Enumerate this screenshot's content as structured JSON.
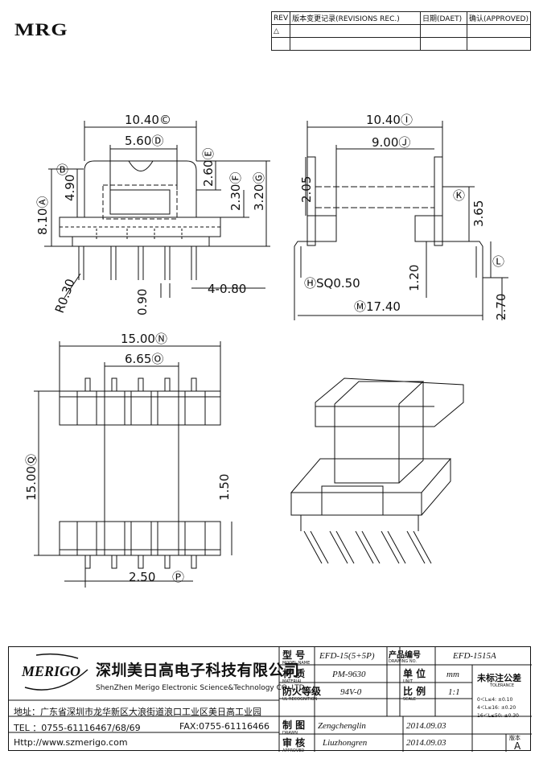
{
  "brand": {
    "logo_text": "MRG"
  },
  "revision_table": {
    "headers": [
      "REV",
      "版本变更记录(REVISIONS REC.)",
      "日期(DAET)",
      "确认(APPROVED)"
    ],
    "row1_mark": "△"
  },
  "dimensions": {
    "front": {
      "width_C": "10.40©",
      "width_D": "5.60Ⓓ",
      "h_B": "4.90",
      "h_A": "8.10Ⓐ",
      "label_B": "Ⓑ",
      "h_E": "2.60Ⓔ",
      "h_F": "2.30Ⓕ",
      "h_G": "3.20Ⓖ",
      "radius": "R0.30",
      "pin_w": "0.90",
      "pitch": "4-0.80"
    },
    "side": {
      "width_I": "10.40Ⓘ",
      "width_J": "9.00Ⓙ",
      "h_205": "2.05",
      "h_K": "3.65",
      "label_K": "Ⓚ",
      "h_L": "Ⓛ",
      "pin_H": "ⒽSQ0.50",
      "h_120": "1.20",
      "width_M": "Ⓜ17.40",
      "h_270": "2.70"
    },
    "top": {
      "width_N": "15.00Ⓝ",
      "width_O": "6.65Ⓞ",
      "h_Q": "15.00Ⓠ",
      "h_150": "1.50",
      "pitch_P": "2.50",
      "label_P": "Ⓟ"
    }
  },
  "title_block": {
    "company_cn": "深圳美日高电子科技有限公司",
    "company_en": "ShenZhen Merigo Electronic Science&Technology CO.,LTD",
    "brand_en": "MERIGO",
    "address": "地址：广东省深圳市龙华新区大浪街道浪口工业区美日高工业园",
    "tel": "TEL ：0755-61116467/68/69",
    "fax": "FAX:0755-61116466",
    "http": "Http://www.szmerigo.com",
    "model_label": "型 号",
    "model_sub": "MODEL NAME",
    "model": "EFD-15(5+5P)",
    "material_label": "材 质",
    "material_sub": "MATERIAL",
    "material": "PM-9630",
    "fire_label": "防火等级",
    "fire_sub": "UL RECOGNITION",
    "fire": "94V-0",
    "drawn_label": "制 图",
    "drawn_sub": "DRAWN",
    "drawn": "Zengchenglin",
    "drawn_date": "2014.09.03",
    "approved_label": "审 核",
    "approved_sub": "APPROVED",
    "approved": "Liuzhongren",
    "approved_date": "2014.09.03",
    "drawing_no_label": "产品编号",
    "drawing_no_sub": "DRAWING NO.",
    "drawing_no": "EFD-1515A",
    "unit_label": "单 位",
    "unit_sub": "UNIT",
    "unit": "mm",
    "scale_label": "比 例",
    "scale_sub": "SCALE",
    "scale": "1:1",
    "tolerance_label": "未标注公差",
    "tolerance_sub": "TOLERANCE",
    "tol1": "0＜L≤4:  ±0.10",
    "tol2": "4＜L≤16:  ±0.20",
    "tol3": "16＜L≤50: ±0.30",
    "rev_label": "版本",
    "rev": "A"
  }
}
